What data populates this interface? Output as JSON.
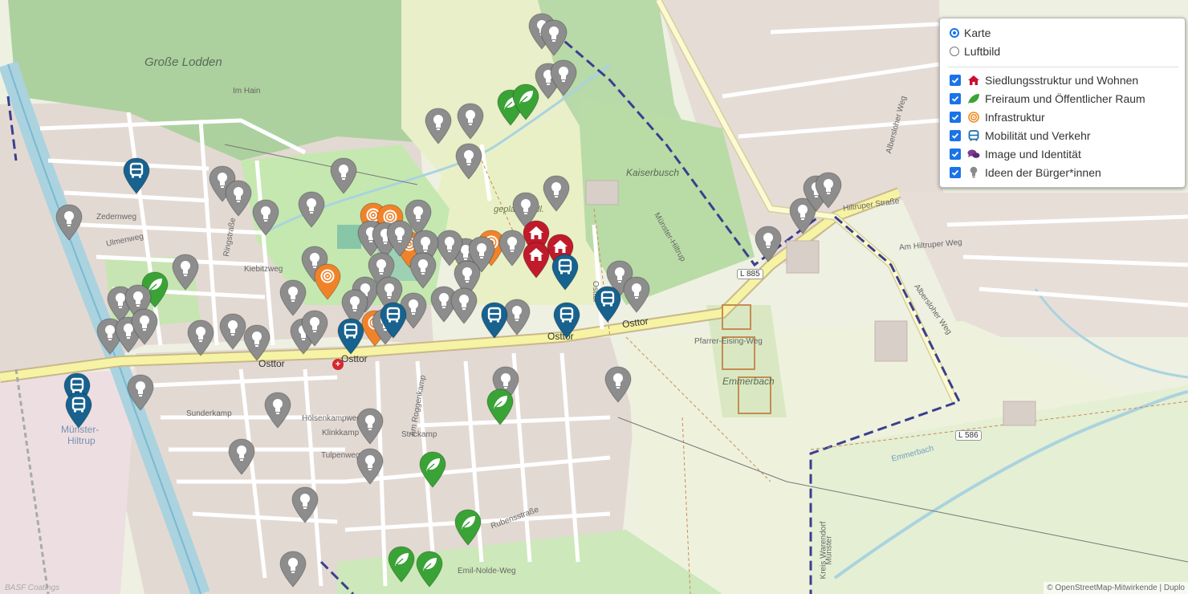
{
  "map": {
    "place_labels": {
      "grosse_lodden": "Große Lodden",
      "kaiserbusch": "Kaiserbusch",
      "muenster_hiltrup_1": "Münster-",
      "muenster_hiltrup_2": "Hiltrup",
      "emmerbach_area": "Emmerbach",
      "geplant": "geplant ... dl."
    },
    "street_labels": {
      "osttor_main": "Osttor",
      "osttor_w": "Osttor",
      "osttor_mid": "Osttor",
      "osttor_e": "Osttor",
      "osttor_vert": "Osttor",
      "im_hain": "Im Hain",
      "ulmenweg": "Ulmenweg",
      "zedernweg": "Zedernweg",
      "ringstrasse": "Ringstraße",
      "kiebitzweg": "Kiebitzweg",
      "hoelsenkampweg": "Hölsenkampweg",
      "sunderkamp": "Sunderkamp",
      "klinkkamp": "Klinkkamp",
      "tulpenweg": "Tulpenweg",
      "strickamp": "Strickamp",
      "am_roggenkamp": "Am Roggenkamp",
      "rubensstrasse": "Rubensstraße",
      "emil_nolde": "Emil-Nolde-Weg",
      "pfarrer_eising": "Pfarrer-Eising-Weg",
      "hiltruper_strasse": "Hiltruper Straße",
      "albersloher_weg": "Albersloher Weg",
      "albersloher_weg2": "Albersloher Weg",
      "am_hiltruper_weg": "Am Hiltruper Weg",
      "emmerbach": "Emmerbach",
      "muenster_hiltrup_road": "Münster-Hiltrup",
      "kreis_warendorf": "Kreis Warendorf",
      "muenster": "Münster"
    },
    "road_shields": {
      "l885": "L 885",
      "l586": "L 586"
    },
    "attribution_left": "BASF Coatings",
    "attribution": "© OpenStreetMap-Mitwirkende | Duplo"
  },
  "layer_control": {
    "base_layers": [
      {
        "label": "Karte",
        "selected": true
      },
      {
        "label": "Luftbild",
        "selected": false
      }
    ],
    "overlays": [
      {
        "label": "Siedlungsstruktur und Wohnen",
        "checked": true,
        "icon": "house-icon",
        "color": "#c8102e"
      },
      {
        "label": "Freiraum und Öffentlicher Raum",
        "checked": true,
        "icon": "leaf-icon",
        "color": "#3aa335"
      },
      {
        "label": "Infrastruktur",
        "checked": true,
        "icon": "target-icon",
        "color": "#f08a24"
      },
      {
        "label": "Mobilität und Verkehr",
        "checked": true,
        "icon": "bus-icon",
        "color": "#1b6fa8"
      },
      {
        "label": "Image und Identität",
        "checked": true,
        "icon": "speech-bubbles-icon",
        "color": "#7a3e8f"
      },
      {
        "label": "Ideen der Bürger*innen",
        "checked": true,
        "icon": "lightbulb-icon",
        "color": "#8a8a8a"
      }
    ]
  },
  "marker_categories": {
    "idea": {
      "color": "#8d8d8d",
      "icon": "lightbulb-icon"
    },
    "mobility": {
      "color": "#17628f",
      "icon": "bus-icon"
    },
    "green": {
      "color": "#3aa335",
      "icon": "leaf-icon"
    },
    "infra": {
      "color": "#f0832a",
      "icon": "target-icon"
    },
    "housing": {
      "color": "#c01b2b",
      "icon": "house-icon"
    }
  }
}
